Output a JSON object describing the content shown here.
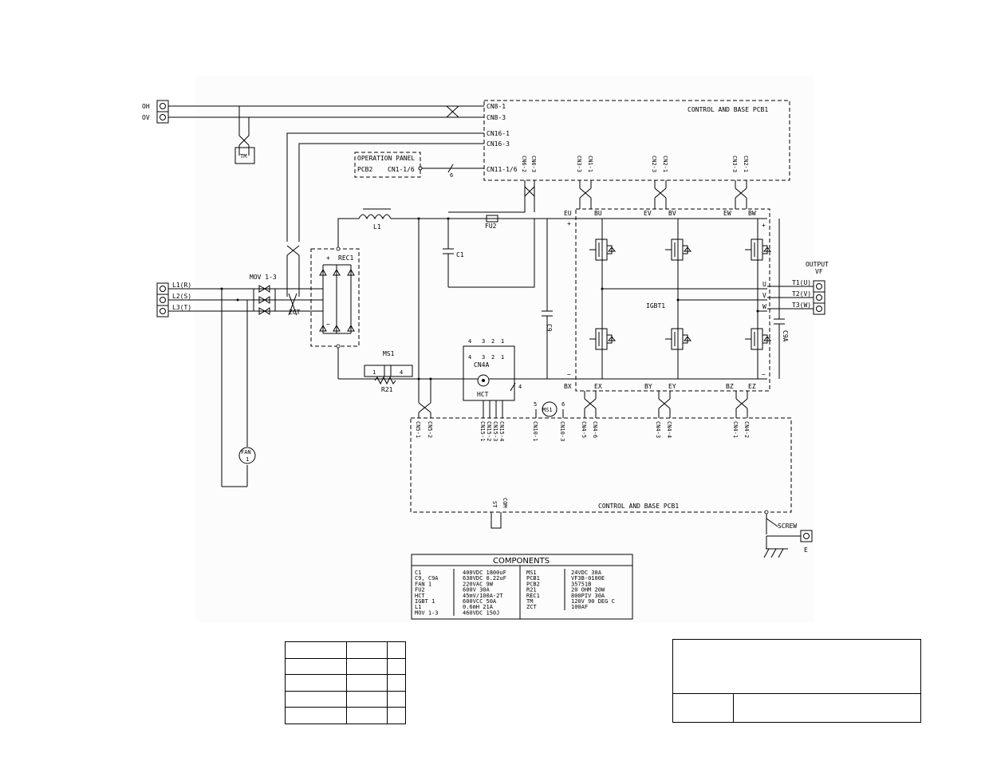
{
  "terminals": {
    "oh": "OH",
    "ov": "OV",
    "l1": "L1(R)",
    "l2": "L2(S)",
    "l3": "L3(T)",
    "t1": "T1(U)",
    "t2": "T2(V)",
    "t3": "T3(W)",
    "output_line1": "OUTPUT",
    "output_line2": "VF",
    "earth": "E"
  },
  "pcb_top": {
    "label": "CONTROL AND BASE PCB1",
    "cn8_1": "CN8-1",
    "cn8_3": "CN8-3",
    "cn16_1": "CN16-1",
    "cn16_3": "CN16-3",
    "cn11": "CN11-1/6",
    "vertical": [
      "CN6-2",
      "CN6-3",
      "CN3-3",
      "CN1-1",
      "CN2-3",
      "CN2-1",
      "CN3-3",
      "CN2-1"
    ]
  },
  "operation_panel": {
    "title": "OPERATION PANEL",
    "pcb": "PCB2",
    "cn": "CN1-1/6",
    "bus": "6"
  },
  "pcb_bottom": {
    "label": "CONTROL AND BASE PCB1",
    "vertical": [
      "CN5-1",
      "CN5-2",
      "CN15-1",
      "CN15-2",
      "CN15-3",
      "CN15-4",
      "CN10-1",
      "CN10-3",
      "CN4-5",
      "CN4-6",
      "CN4-3",
      "CN4-4",
      "CN4-1",
      "CN4-2"
    ],
    "st": "ST",
    "com": "COM",
    "screw": "SCREW"
  },
  "parts": {
    "tm": "TM",
    "mov": "MOV 1-3",
    "zct": "ZCT",
    "rec1": "REC1",
    "l1": "L1",
    "c1": "C1",
    "fu2": "FU2",
    "c9": "C9",
    "c9a": "C9A",
    "ms1": "MS1",
    "ms1_pin1": "1",
    "ms1_pin4": "4",
    "r21": "R21",
    "fan_line1": "FAN",
    "fan_line2": "1",
    "cn4a": "CN4A",
    "hct": "HCT",
    "hct_pins": [
      "4",
      "3",
      "2",
      "1"
    ],
    "hct_bus": "4",
    "ms1_coil": "MS1",
    "ms1_coil_pin5": "5",
    "ms1_coil_pin6": "6",
    "igbt": "IGBT1",
    "plus": "+",
    "minus": "−",
    "gates": [
      "EU",
      "BU",
      "EV",
      "BV",
      "EW",
      "BW",
      "BX",
      "EX",
      "BY",
      "EY",
      "BZ",
      "EZ"
    ],
    "outs": [
      "U",
      "V",
      "W"
    ]
  },
  "components": {
    "title": "COMPONENTS",
    "left": [
      [
        "C1",
        "400VDC 1800uF"
      ],
      [
        "C9, C9A",
        "630VDC 0.22uF"
      ],
      [
        "FAN 1",
        "220VAC 9W"
      ],
      [
        "FU2",
        "600V 30A"
      ],
      [
        "HCT",
        "45mV/100A-2T"
      ],
      [
        "IGBT 1",
        "600VCC 50A"
      ],
      [
        "L1",
        "0.6mH 21A"
      ],
      [
        "MOV 1-3",
        "460VDC 150J"
      ]
    ],
    "right": [
      [
        "MS1",
        "24VDC 30A"
      ],
      [
        "PCB1",
        "VF3B-0100E"
      ],
      [
        "PCB2",
        "35751B"
      ],
      [
        "R21",
        "20 OHM 20W"
      ],
      [
        "REC1",
        "800PIV 30A"
      ],
      [
        "TM",
        "120V 90 DEG C"
      ],
      [
        "ZCT",
        "100AF"
      ]
    ]
  }
}
